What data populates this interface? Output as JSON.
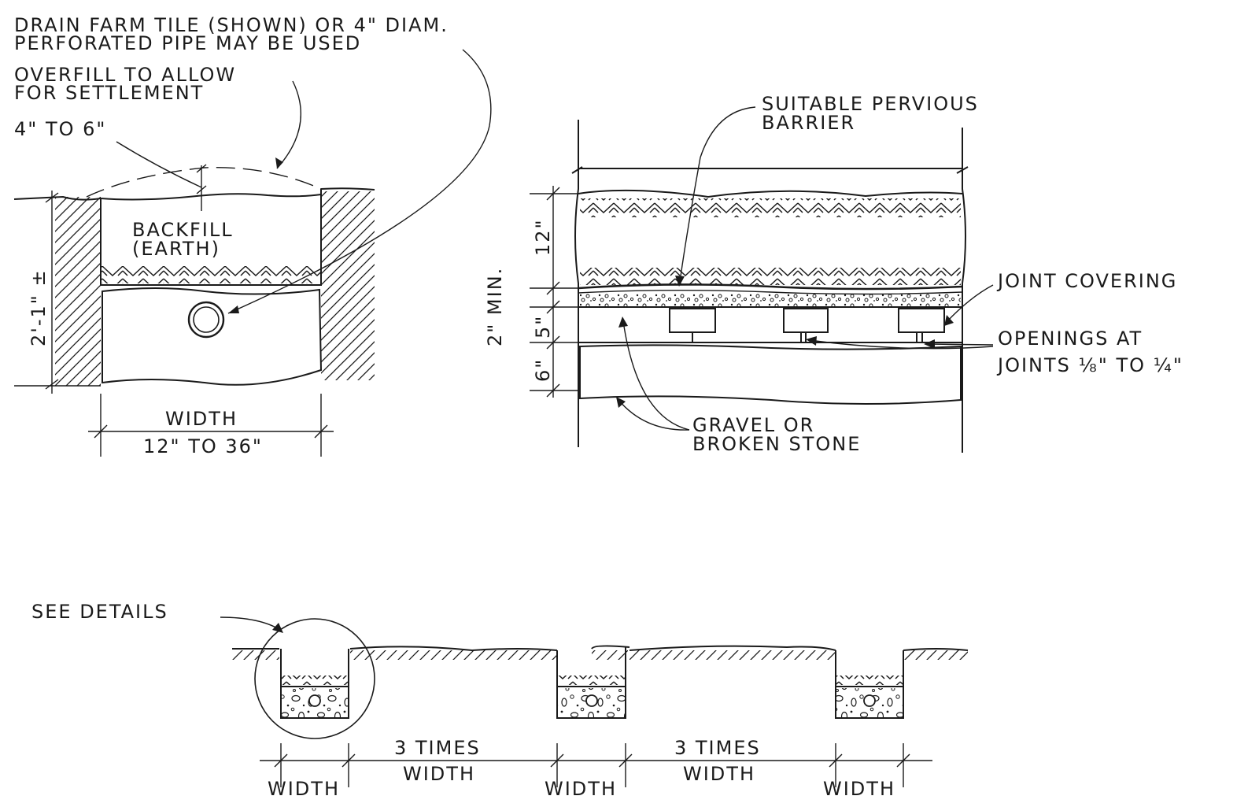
{
  "left_detail": {
    "note_drain_line1": "DRAIN FARM TILE (SHOWN) OR 4\" DIAM.",
    "note_drain_line2": "PERFORATED PIPE MAY BE USED",
    "note_overfill_line1": "OVERFILL TO ALLOW",
    "note_overfill_line2": "FOR SETTLEMENT",
    "dim_overfill": "4\" TO 6\"",
    "backfill_line1": "BACKFILL",
    "backfill_line2": "(EARTH)",
    "dim_depth": "2'-1\" ±",
    "width_label": "WIDTH",
    "width_range": "12\" TO 36\""
  },
  "right_detail": {
    "barrier_line1": "SUITABLE PERVIOUS",
    "barrier_line2": "BARRIER",
    "dim_12": "12\"",
    "dim_2min": "2\" MIN.",
    "dim_5": "5\"",
    "dim_6": "6\"",
    "joint_covering": "JOINT COVERING",
    "openings_line1": "OPENINGS AT",
    "openings_line2": "JOINTS ⅛\" TO ¼\"",
    "gravel_line1": "GRAVEL OR",
    "gravel_line2": "BROKEN STONE"
  },
  "plan": {
    "see_details": "SEE DETAILS",
    "spacing_top_1": "3 TIMES",
    "spacing_bottom_1": "WIDTH",
    "spacing_top_2": "3 TIMES",
    "spacing_bottom_2": "WIDTH",
    "trench_width_1": "WIDTH",
    "trench_width_2": "WIDTH",
    "trench_width_3": "WIDTH"
  }
}
